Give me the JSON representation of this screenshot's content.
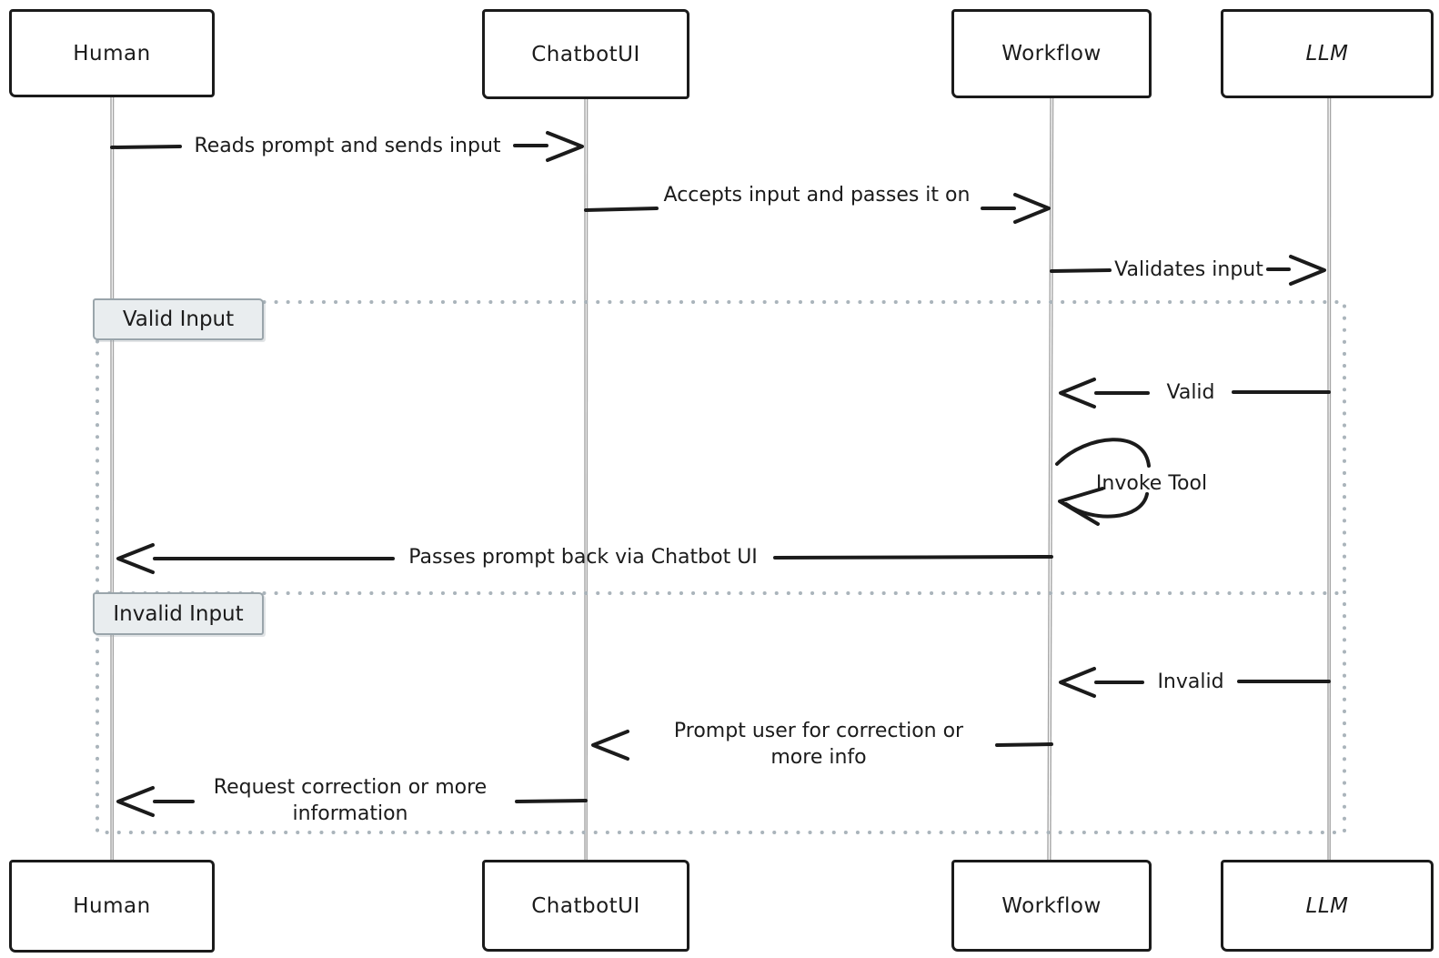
{
  "diagram": {
    "type": "sequence-diagram",
    "style": "hand-drawn",
    "actors": [
      {
        "name": "Human"
      },
      {
        "name": "ChatbotUI"
      },
      {
        "name": "Workflow"
      },
      {
        "name": "LLM"
      }
    ],
    "messages": [
      {
        "from": "Human",
        "to": "ChatbotUI",
        "label": "Reads prompt and sends input"
      },
      {
        "from": "ChatbotUI",
        "to": "Workflow",
        "label": "Accepts input and passes it on"
      },
      {
        "from": "Workflow",
        "to": "LLM",
        "label": "Validates input"
      },
      {
        "from": "LLM",
        "to": "Workflow",
        "label": "Valid"
      },
      {
        "from": "Workflow",
        "to": "Workflow",
        "label": "Invoke Tool"
      },
      {
        "from": "Workflow",
        "to": "Human",
        "label": "Passes prompt back via Chatbot UI"
      },
      {
        "from": "LLM",
        "to": "Workflow",
        "label": "Invalid"
      },
      {
        "from": "Workflow",
        "to": "ChatbotUI",
        "label": "Prompt user for correction or more info"
      },
      {
        "from": "ChatbotUI",
        "to": "Human",
        "label": "Request correction or more information"
      }
    ],
    "frames": [
      {
        "label": "Valid Input"
      },
      {
        "label": "Invalid Input"
      }
    ],
    "colors": {
      "ink": "#1b1b1b",
      "lifeline": "#a4a4a4",
      "frame_dots": "#aab4bb",
      "frame_label_bg": "#e9edef",
      "frame_label_border": "#9aa5ab",
      "background": "#ffffff"
    }
  }
}
